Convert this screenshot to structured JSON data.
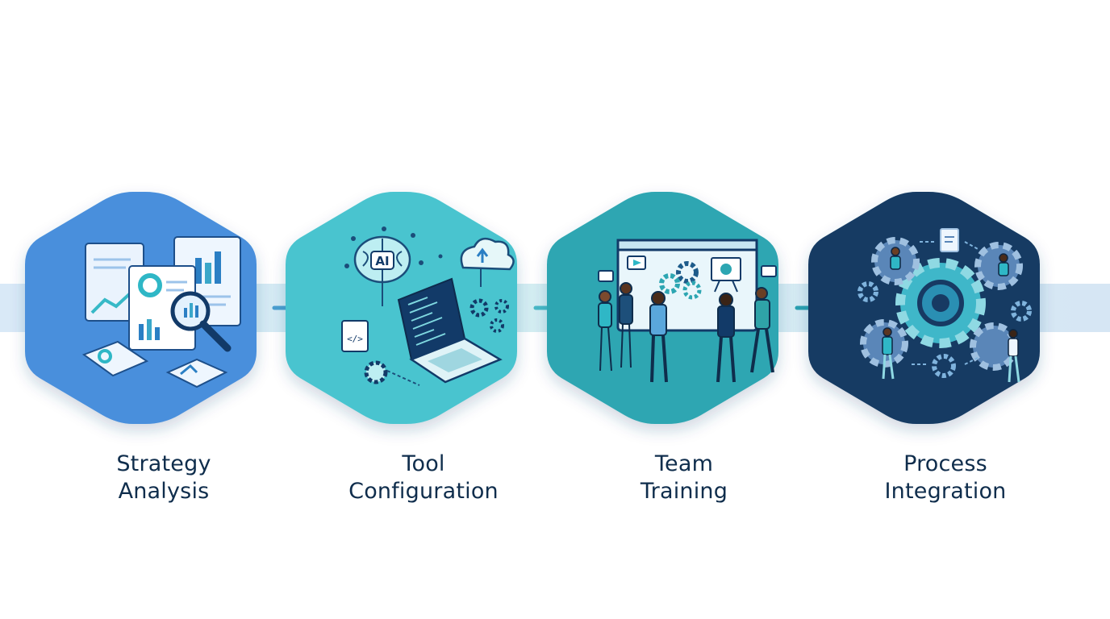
{
  "steps": [
    {
      "line1": "Strategy",
      "line2": "Analysis",
      "icon": "document-analysis-icon",
      "color": "#4a8fdc"
    },
    {
      "line1": "Tool",
      "line2": "Configuration",
      "icon": "ai-laptop-config-icon",
      "color": "#48c4cf"
    },
    {
      "line1": "Team",
      "line2": "Training",
      "icon": "team-presentation-icon",
      "color": "#2da6b2"
    },
    {
      "line1": "Process",
      "line2": "Integration",
      "icon": "gears-integration-icon",
      "color": "#173a63"
    }
  ],
  "colors": {
    "text": "#0f2d4c",
    "flow_band": "#dcebf7",
    "arrow": "#4a9fd0"
  },
  "ai_chip_label": "AI"
}
